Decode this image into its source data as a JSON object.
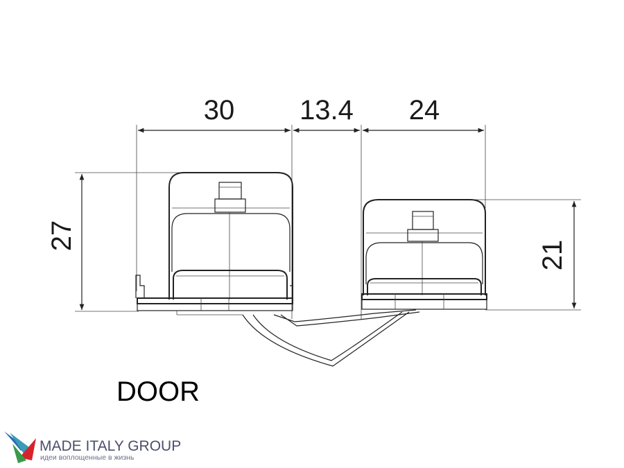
{
  "dimensions": {
    "left_width": "30",
    "gap_width": "13.4",
    "right_width": "24",
    "left_height": "27",
    "right_height": "21"
  },
  "labels": {
    "door": "DOOR"
  },
  "logo": {
    "title": "MADE ITALY GROUP",
    "subtitle": "идеи воплощенные в жизнь",
    "colors": {
      "red": "#d8232a",
      "blue": "#2b6cb0",
      "teal": "#3a9bb8",
      "green": "#3a9a4a"
    }
  }
}
